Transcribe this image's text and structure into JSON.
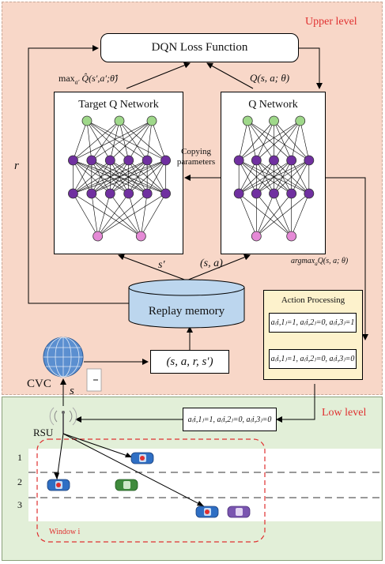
{
  "levels": {
    "upper": "Upper level",
    "lower": "Low level"
  },
  "loss_box": "DQN Loss Function",
  "target_net": "Target Q Network",
  "q_net": "Q Network",
  "copying": [
    "Copying",
    "parameters"
  ],
  "max_label": "max",
  "max_sub": "a′",
  "max_expr": "Q̂(s′,a′;θ̂)",
  "q_expr": "Q(s, a; θ)",
  "replay": "Replay memory",
  "r_label": "r",
  "s_prime": "s′",
  "sa_label": "(s, a)",
  "argmax_label": "argmax",
  "argmax_sub": "a",
  "argmax_expr": "Q(s, a; θ)",
  "transition": "(s, a, r, s′)",
  "action_title": "Action Processing",
  "action_in": "a₍i,1₎=1, a₍i,2₎=0, a₍i,3₎=1",
  "action_out": "a₍i,1₎=1, a₍i,2₎=0, a₍i,3₎=0",
  "low_action": "a₍i,1₎=1, a₍i,2₎=0, a₍i,3₎=0",
  "cvc_label": "CVC",
  "s_label": "s",
  "rsu_label": "RSU",
  "lanes": [
    "1",
    "2",
    "3"
  ],
  "window_label": "Window i",
  "colors": {
    "upper_bg": "#f8d7c8",
    "lower_bg": "#e2efd8",
    "accent": "#e03030",
    "node_top": "#9fd88a",
    "node_mid": "#7030a0",
    "node_bottom": "#e58ad6",
    "replay": "#bcd6ee",
    "action_bg": "#fdf2cc"
  }
}
